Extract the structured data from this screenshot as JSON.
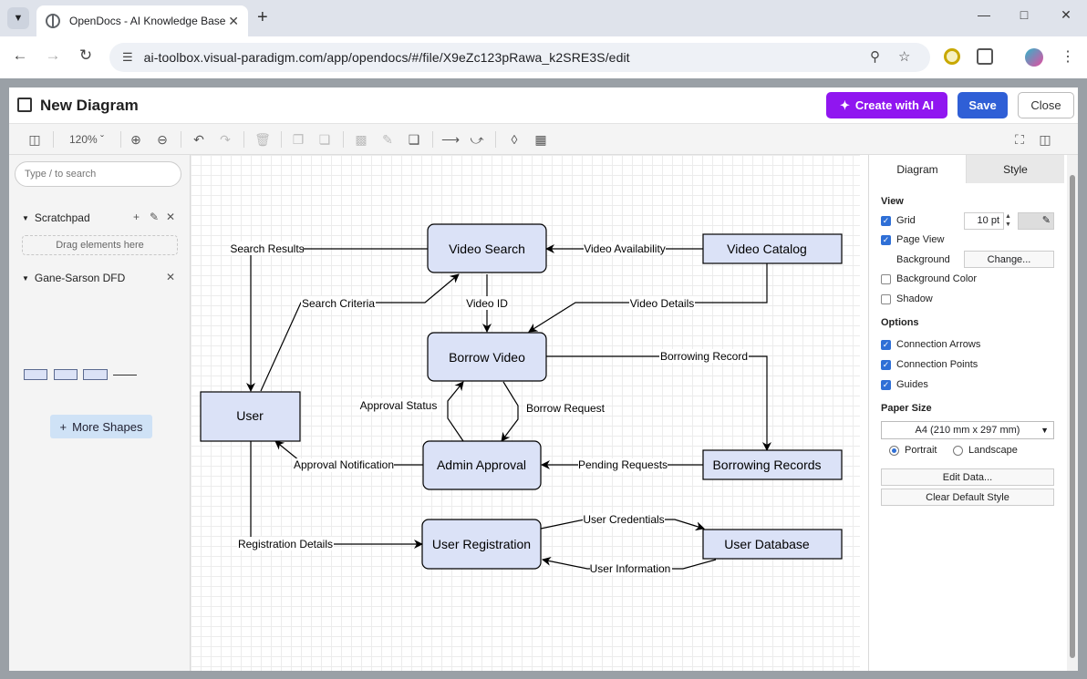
{
  "browser": {
    "tab_title": "OpenDocs - AI Knowledge Base",
    "url": "ai-toolbox.visual-paradigm.com/app/opendocs/#/file/X9eZc123pRawa_k2SRE3S/edit"
  },
  "header": {
    "title": "New Diagram",
    "create_ai_label": "Create with AI",
    "save_label": "Save",
    "close_label": "Close"
  },
  "toolbar": {
    "zoom": "120%"
  },
  "left_panel": {
    "search_placeholder": "Type / to search",
    "scratchpad_title": "Scratchpad",
    "scratchpad_hint": "Drag elements here",
    "library_title": "Gane-Sarson DFD",
    "more_shapes_label": "More Shapes"
  },
  "right_panel": {
    "tabs": [
      "Diagram",
      "Style"
    ],
    "view_heading": "View",
    "grid_label": "Grid",
    "grid_size": "10 pt",
    "page_view_label": "Page View",
    "background_label": "Background",
    "change_button": "Change...",
    "bg_color_label": "Background Color",
    "shadow_label": "Shadow",
    "options_heading": "Options",
    "connection_arrows": "Connection Arrows",
    "connection_points": "Connection Points",
    "guides": "Guides",
    "paper_heading": "Paper Size",
    "paper_size": "A4 (210 mm x 297 mm)",
    "portrait": "Portrait",
    "landscape": "Landscape",
    "edit_data": "Edit Data...",
    "clear_style": "Clear Default Style"
  },
  "diagram": {
    "nodes": {
      "video_search": "Video Search",
      "video_catalog": "Video Catalog",
      "borrow_video": "Borrow Video",
      "user": "User",
      "admin_approval": "Admin Approval",
      "borrowing_records": "Borrowing Records",
      "user_registration": "User Registration",
      "user_database": "User Database"
    },
    "edges": {
      "search_results": "Search Results",
      "video_availability": "Video Availability",
      "search_criteria": "Search Criteria",
      "video_id": "Video ID",
      "video_details": "Video Details",
      "borrowing_record": "Borrowing Record",
      "approval_status": "Approval Status",
      "borrow_request": "Borrow Request",
      "approval_notification": "Approval Notification",
      "pending_requests": "Pending Requests",
      "user_credentials": "User Credentials",
      "registration_details": "Registration Details",
      "user_information": "User Information"
    }
  }
}
